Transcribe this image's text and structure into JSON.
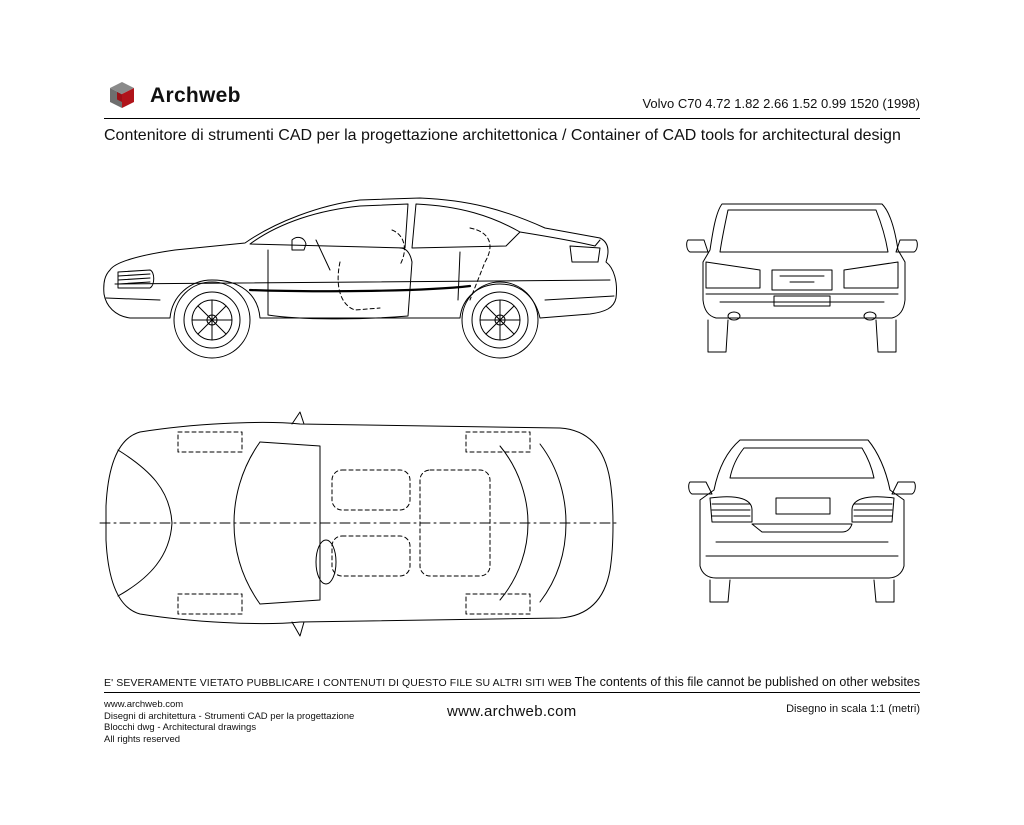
{
  "header": {
    "brand": "Archweb",
    "model_info": "Volvo C70 4.72 1.82 2.66 1.52 0.99 1520 (1998)",
    "subtitle": "Contenitore di strumenti CAD per la progettazione architettonica  /  Container of CAD tools for architectural design"
  },
  "views": [
    "side-view",
    "front-view",
    "top-view",
    "rear-view"
  ],
  "notice": {
    "italian": "E' SEVERAMENTE VIETATO PUBBLICARE I CONTENUTI DI QUESTO FILE SU ALTRI SITI WEB",
    "english": "The contents of this file cannot be published on other websites"
  },
  "footer": {
    "lines": [
      "www.archweb.com",
      "Disegni di architettura - Strumenti CAD  per la progettazione",
      "Blocchi dwg - Architectural drawings",
      "All rights reserved"
    ],
    "center": "www.archweb.com",
    "scale": "Disegno in scala 1:1 (metri)"
  },
  "colors": {
    "logo_red": "#b0141a",
    "logo_grey": "#8a8a8a",
    "line": "#000000"
  }
}
